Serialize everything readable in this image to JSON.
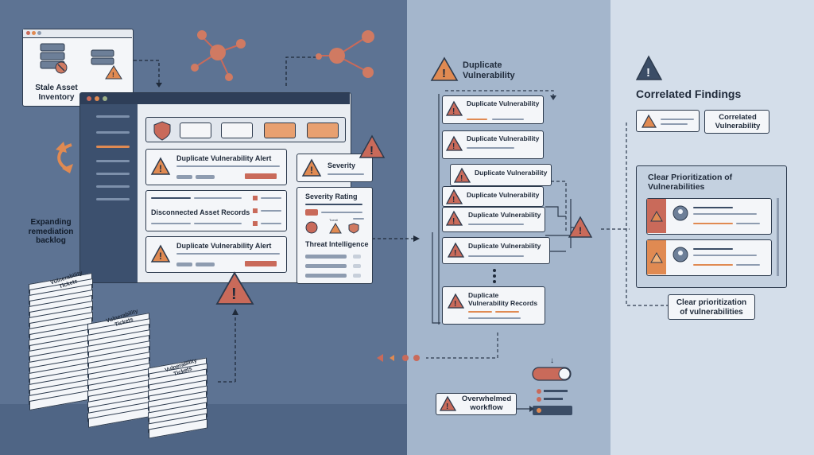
{
  "left": {
    "stale_asset": "Stale Asset Inventory",
    "expanding": "Expanding remediation backlog",
    "ticket_label": "Vulnerability Tickets",
    "dashboard": {
      "card1": "Duplicate Vulnerability Alert",
      "card2": "Disconnected Asset Records",
      "card3": "Duplicate Vulnerability Alert",
      "severity": "Severity",
      "severity_rating": "Severity Rating",
      "threat": "Threat Intelligence",
      "tiny_threat": "Tuesti"
    }
  },
  "mid": {
    "title": "Duplicate Vulnerability",
    "items": [
      "Duplicate Vulnerability",
      "Duplicate Vulnerability",
      "Duplicate Vulnerability",
      "Duplicate Vulnerability",
      "Duplicate Vulnerability",
      "Duplicate Vulnerability"
    ],
    "records": "Duplicate Vulnerability Records",
    "overwhelmed": "Overwhelmed workflow"
  },
  "right": {
    "title": "Correlated Findings",
    "correlated": "Correlated Vulnerability",
    "panel_title": "Clear Prioritization of Vulnerabilities",
    "bottom": "Clear prioritization of vulnerabilities"
  },
  "colors": {
    "accent": "#e08a52",
    "alert": "#c96a5a",
    "navy": "#2c3a4d"
  }
}
